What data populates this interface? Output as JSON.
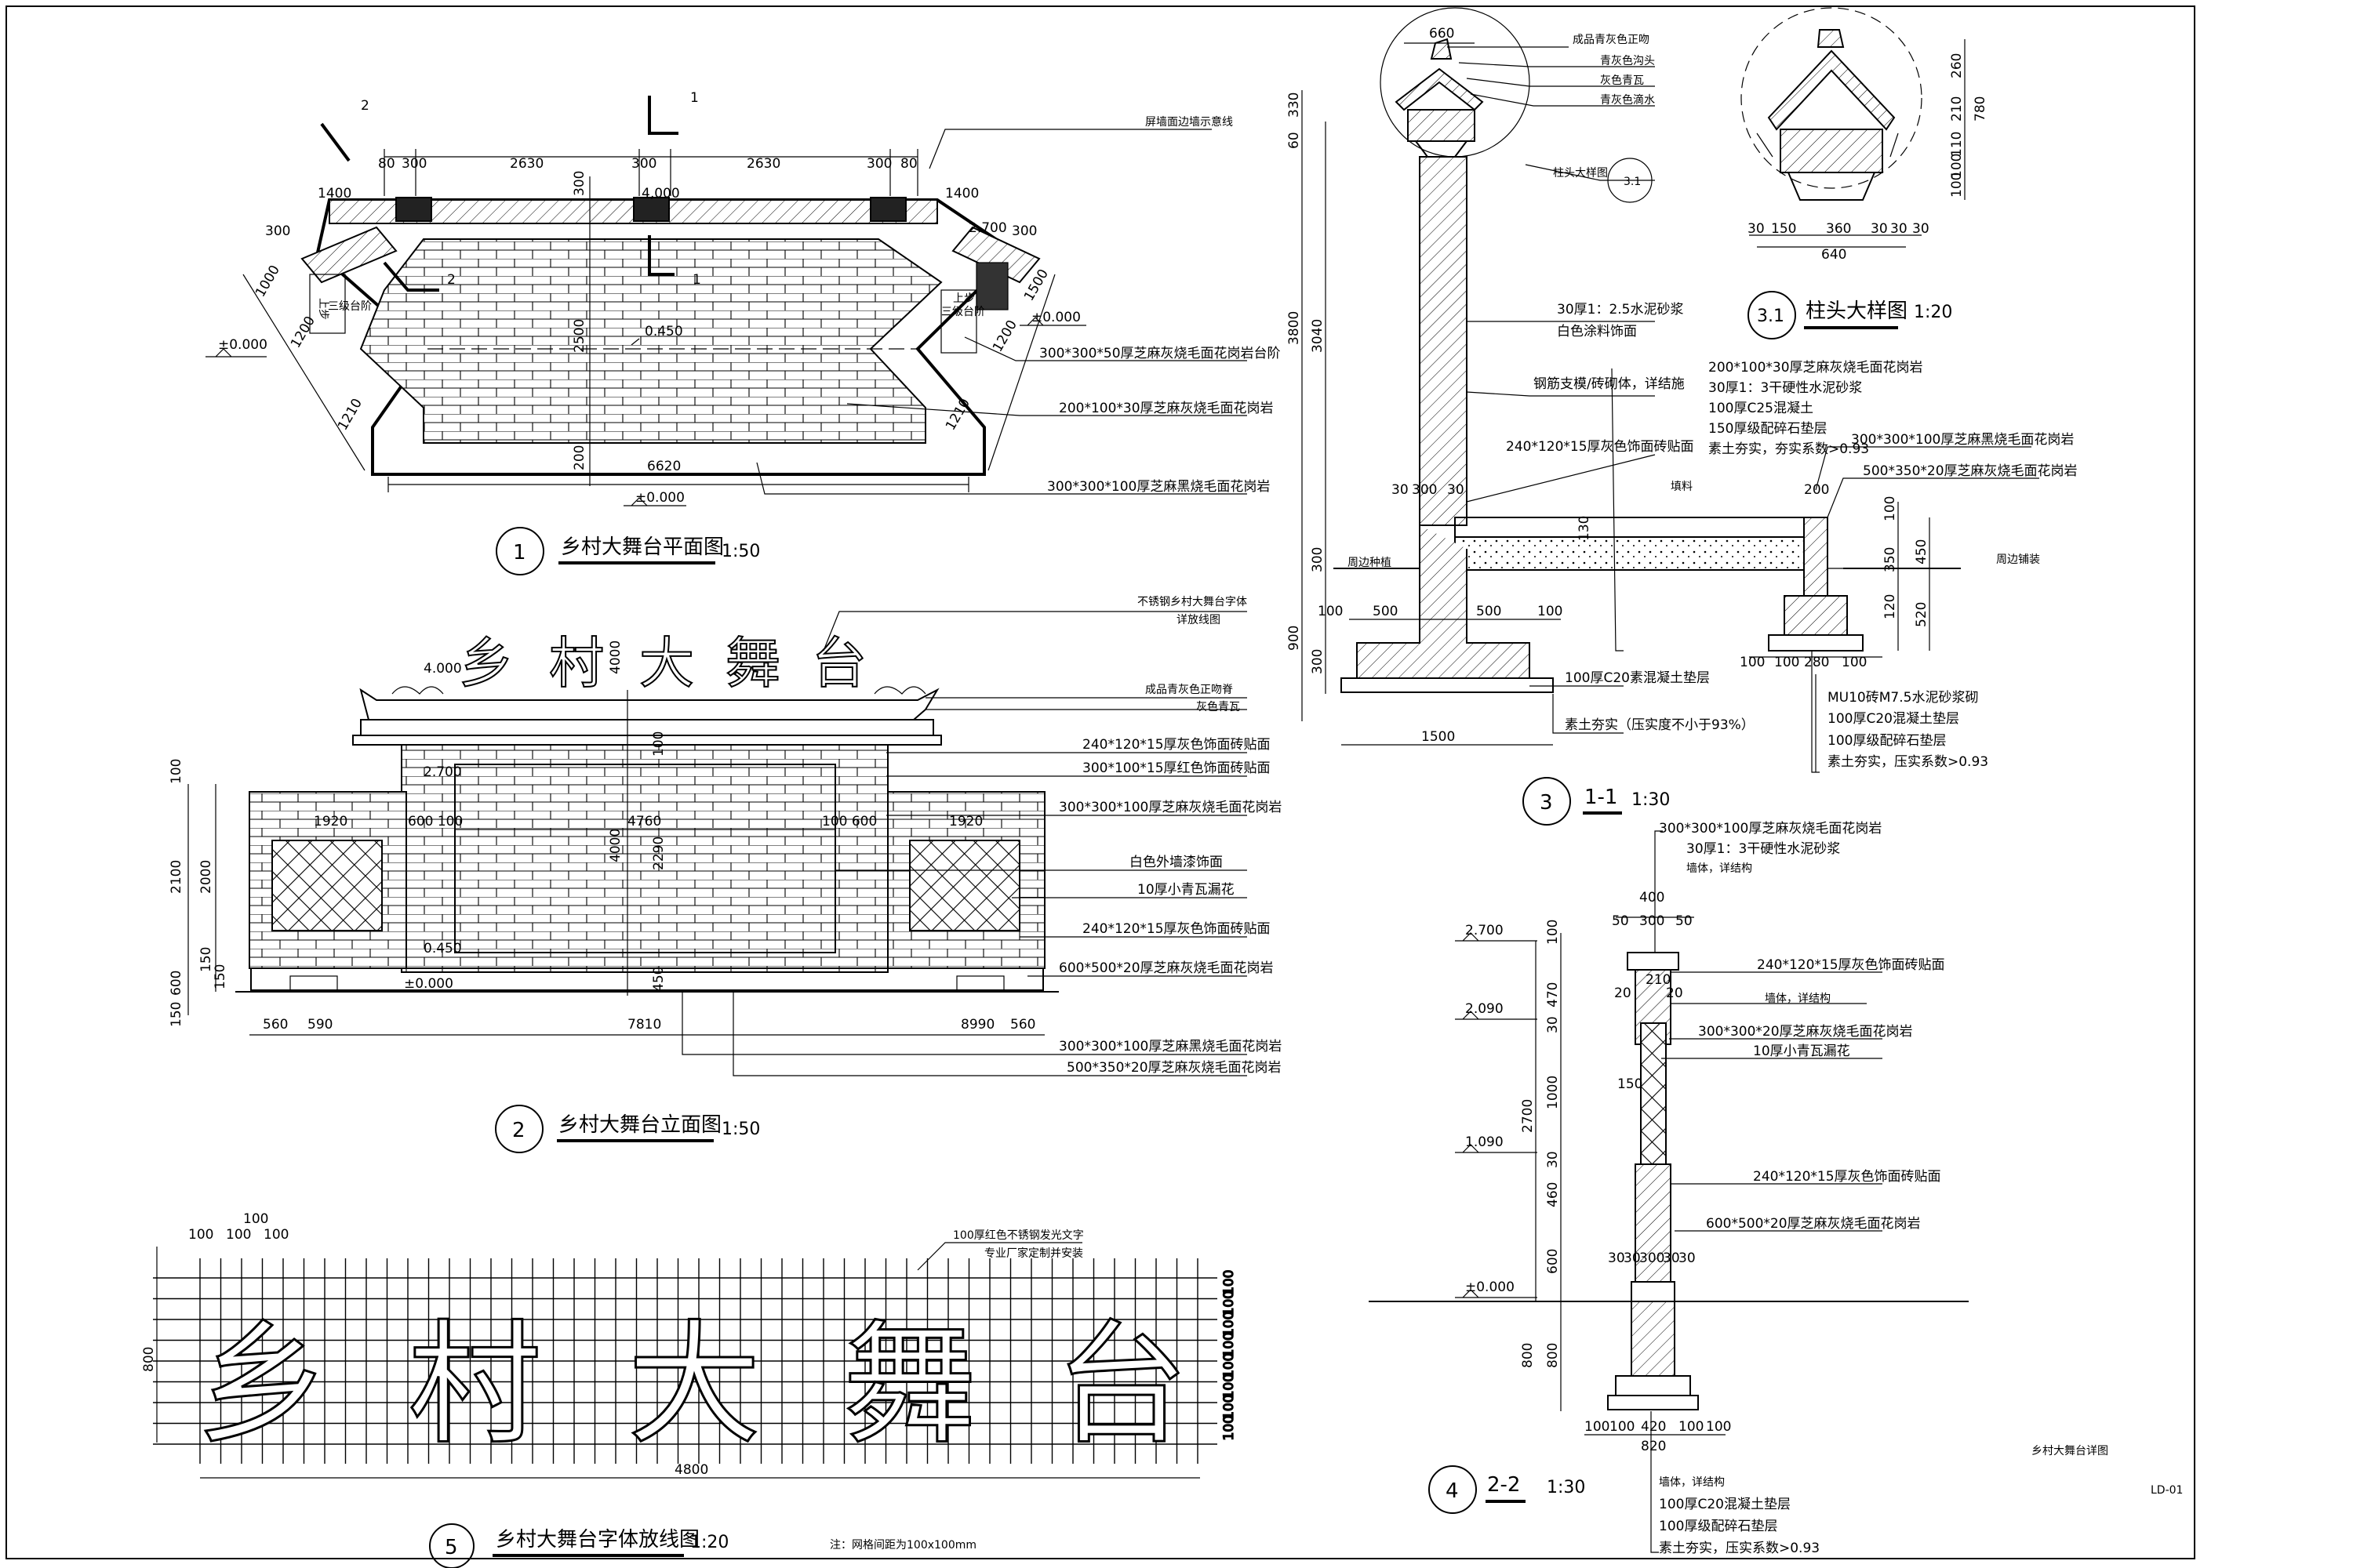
{
  "plan": {
    "title": "乡村大舞台平面图",
    "scale": "1:50",
    "num": "1",
    "dims_top": [
      "80",
      "300",
      "2630",
      "300",
      "2630",
      "300",
      "80"
    ],
    "dim_1400a": "1400",
    "dim_1400b": "1400",
    "dim_4000": "4,000",
    "dim_2700": "2.700",
    "dim_0450": "0.450",
    "dim_2500": "2500",
    "dim_300v": "300",
    "dim_200v": "200",
    "dim_6620": "6620",
    "dim_1200l": "1200",
    "dim_1210l": "1210",
    "dim_1200r": "1200",
    "dim_1210r": "1210",
    "dim_300l": "300",
    "dim_300r": "300",
    "dim_1000l": "1000",
    "dim_1500r": "1500",
    "lvl_left": "±0.000",
    "lvl_right": "±0.000",
    "lvl_bottom": "±0.000",
    "step_left": "上步",
    "step_right": "上步",
    "step_note": "三级台阶",
    "cut1a": "1",
    "cut1b": "1",
    "cut2a": "2",
    "cut2b": "2",
    "notes": [
      "屏墙面边墙示意线",
      "300*300*50厚芝麻灰烧毛面花岗岩台阶",
      "200*100*30厚芝麻灰烧毛面花岗岩",
      "300*300*100厚芝麻黑烧毛面花岗岩"
    ]
  },
  "elev": {
    "title": "乡村大舞台立面图",
    "scale": "1:50",
    "num": "2",
    "chars": [
      "乡",
      "村",
      "大",
      "舞",
      "台"
    ],
    "lvl_4000": "4.000",
    "lvl_2700": "2.700",
    "lvl_0450": "0.450",
    "lvl_0000": "±0.000",
    "dims_bottom": [
      "560",
      "590",
      "7810",
      "8990",
      "560"
    ],
    "dims_left": [
      "100",
      "2100",
      "2000",
      "150",
      "150",
      "600",
      "150"
    ],
    "dim_4000v": "4000",
    "dim_2290": "2290",
    "dim_450": "450",
    "dim_100v": "100",
    "dim_4760": "4760",
    "dim_1920a": "1920",
    "dim_1920b": "1920",
    "dim_600100a": "600 100",
    "dim_100600b": "100 600",
    "notes": [
      "不锈钢乡村大舞台字体",
      "详放线图",
      "成品青灰色正吻脊",
      "灰色青瓦",
      "240*120*15厚灰色饰面砖贴面",
      "300*100*15厚红色饰面砖贴面",
      "300*300*100厚芝麻灰烧毛面花岗岩",
      "白色外墙漆饰面",
      "10厚小青瓦漏花",
      "240*120*15厚灰色饰面砖贴面",
      "600*500*20厚芝麻灰烧毛面花岗岩",
      "300*300*100厚芝麻黑烧毛面花岗岩",
      "500*350*20厚芝麻灰烧毛面花岗岩"
    ]
  },
  "letters": {
    "title": "乡村大舞台字体放线图",
    "scale": "1:20",
    "num": "5",
    "chars": [
      "乡",
      "村",
      "大",
      "舞",
      "台"
    ],
    "dims_top": [
      "100",
      "100",
      "100",
      "100"
    ],
    "dim_800": "800",
    "dim_4800": "4800",
    "dims_right": [
      "100",
      "100",
      "100",
      "100",
      "100",
      "100",
      "100",
      "100"
    ],
    "notes": [
      "100厚红色不锈钢发光文字",
      "专业厂家定制并安装"
    ],
    "footnote": "注：网格间距为100x100mm"
  },
  "sec11": {
    "title": "1-1",
    "scale": "1:30",
    "num": "3",
    "dim_660": "660",
    "dims_left": [
      "330",
      "60",
      "3800",
      "3040",
      "300",
      "900",
      "300"
    ],
    "dims_bottom": [
      "100",
      "500",
      "500",
      "100"
    ],
    "dim_1500": "1500",
    "dims_top_small": [
      "30",
      "300",
      "30"
    ],
    "callout": "柱头大样图",
    "callout_ref": "3.1",
    "notes": [
      "成品青灰色正吻",
      "青灰色沟头",
      "灰色青瓦",
      "青灰色滴水",
      "30厚1：2.5水泥砂浆",
      "白色涂料饰面",
      "钢筋支模/砖砌体，详结施",
      "240*120*15厚灰色饰面砖贴面",
      "200*100*30厚芝麻灰烧毛面花岗岩",
      "30厚1：3干硬性水泥砂浆",
      "100厚C25混凝土",
      "150厚级配碎石垫层",
      "素土夯实，夯实系数>0.93",
      "300*300*100厚芝麻黑烧毛面花岗岩",
      "500*350*20厚芝麻灰烧毛面花岗岩",
      "100厚C20素混凝土垫层",
      "素土夯实（压实度不小于93%）",
      "周边铺装",
      "周边种植",
      "MU10砖M7.5水泥砂浆砌",
      "100厚C20混凝土垫层",
      "100厚级配碎石垫层",
      "素土夯实，压实系数>0.93"
    ],
    "dims_right": [
      "100",
      "350",
      "450",
      "120",
      "520"
    ],
    "dims_foot": [
      "100",
      "100",
      "280",
      "100"
    ],
    "dim_200": "200",
    "dim_130": "130",
    "fill": "填料"
  },
  "detail31": {
    "title": "柱头大样图",
    "scale": "1:20",
    "num": "3.1",
    "dims_right": [
      "260",
      "210",
      "780",
      "110",
      "100",
      "100"
    ],
    "dims_bottom": [
      "30",
      "150",
      "360",
      "30",
      "30",
      "30"
    ],
    "dim_640": "640"
  },
  "sec22": {
    "title": "2-2",
    "scale": "1:30",
    "num": "4",
    "lvls": [
      "2.700",
      "2.090",
      "1.090",
      "±0.000"
    ],
    "dims_top": [
      "400",
      "50",
      "300",
      "50"
    ],
    "dims_left": [
      "100",
      "470",
      "30",
      "1000",
      "30",
      "460",
      "600",
      "800",
      "800",
      "2700"
    ],
    "dims_inner": [
      "20",
      "210",
      "20",
      "150"
    ],
    "dims_mid": [
      "30",
      "30",
      "300",
      "30",
      "30"
    ],
    "dims_bottom": [
      "100",
      "100",
      "420",
      "100",
      "100"
    ],
    "dim_820": "820",
    "notes": [
      "300*300*100厚芝麻灰烧毛面花岗岩",
      "30厚1：3干硬性水泥砂浆",
      "墙体，详结构",
      "240*120*15厚灰色饰面砖贴面",
      "墙体，详结构",
      "300*300*20厚芝麻灰烧毛面花岗岩",
      "10厚小青瓦漏花",
      "240*120*15厚灰色饰面砖贴面",
      "600*500*20厚芝麻灰烧毛面花岗岩",
      "墙体，详结构",
      "100厚C20混凝土垫层",
      "100厚级配碎石垫层",
      "素土夯实，压实系数>0.93"
    ]
  },
  "sheet": {
    "name": "乡村大舞台详图",
    "code": "LD-01"
  }
}
